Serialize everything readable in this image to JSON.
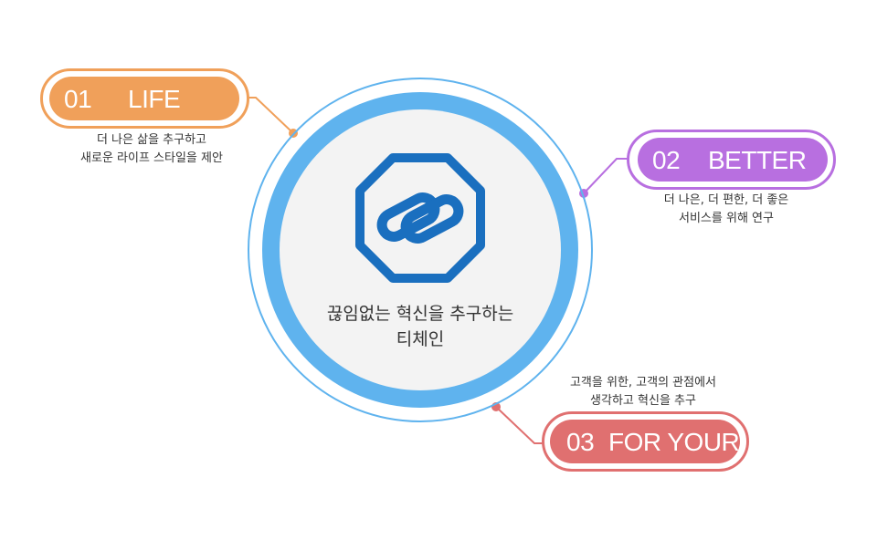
{
  "center": {
    "line1": "끊임없는 혁신을 추구하는",
    "line2": "티체인"
  },
  "items": [
    {
      "number": "01",
      "title": "LIFE",
      "color": "#f0a05a",
      "desc1": "더 나은 삶을 추구하고",
      "desc2": "새로운 라이프 스타일을 제안"
    },
    {
      "number": "02",
      "title": "BETTER",
      "color": "#b86fe0",
      "desc1": "더 나은, 더 편한, 더 좋은",
      "desc2": "서비스를 위해 연구"
    },
    {
      "number": "03",
      "title": "FOR YOUR",
      "color": "#e07070",
      "desc1": "고객을 위한, 고객의 관점에서",
      "desc2": "생각하고 혁신을 추구"
    }
  ],
  "colors": {
    "ring": "#5fb3ee",
    "logo": "#1a6fbf",
    "disc": "#f3f3f3"
  }
}
